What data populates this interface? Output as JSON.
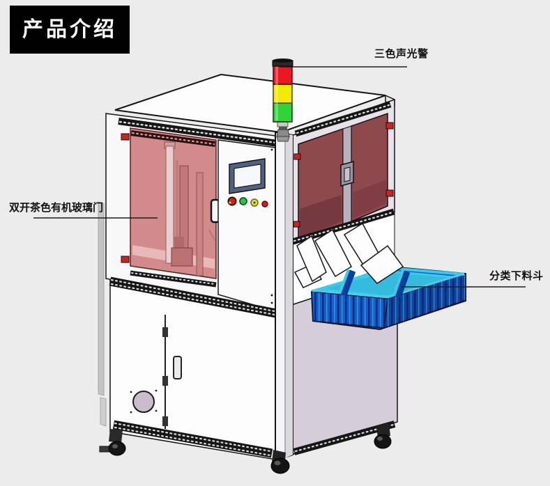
{
  "title": {
    "text": "产品介绍"
  },
  "labels": {
    "tower": {
      "text": "三色声光警"
    },
    "door": {
      "text": "双开茶色有机玻璃门"
    },
    "hopper": {
      "text": "分类下料斗"
    }
  },
  "colors": {
    "bg": "#ececec",
    "title-bg": "#000000",
    "title-fg": "#ffffff",
    "label-fg": "#111111",
    "leader-line": "#1c1c1c",
    "tower-red": "#ee1520",
    "tower-yellow": "#f2ea00",
    "tower-green": "#2ed435",
    "door-pink": "#d38a8a",
    "panel-red": "#8e494f",
    "bin-cyan": "#3cc9ea",
    "bin-blue": "#1060c8",
    "bin-blue-dark": "#0c47a0",
    "cabinet-lavender": "#d6cdda",
    "machine-white": "#fcfcfc"
  }
}
